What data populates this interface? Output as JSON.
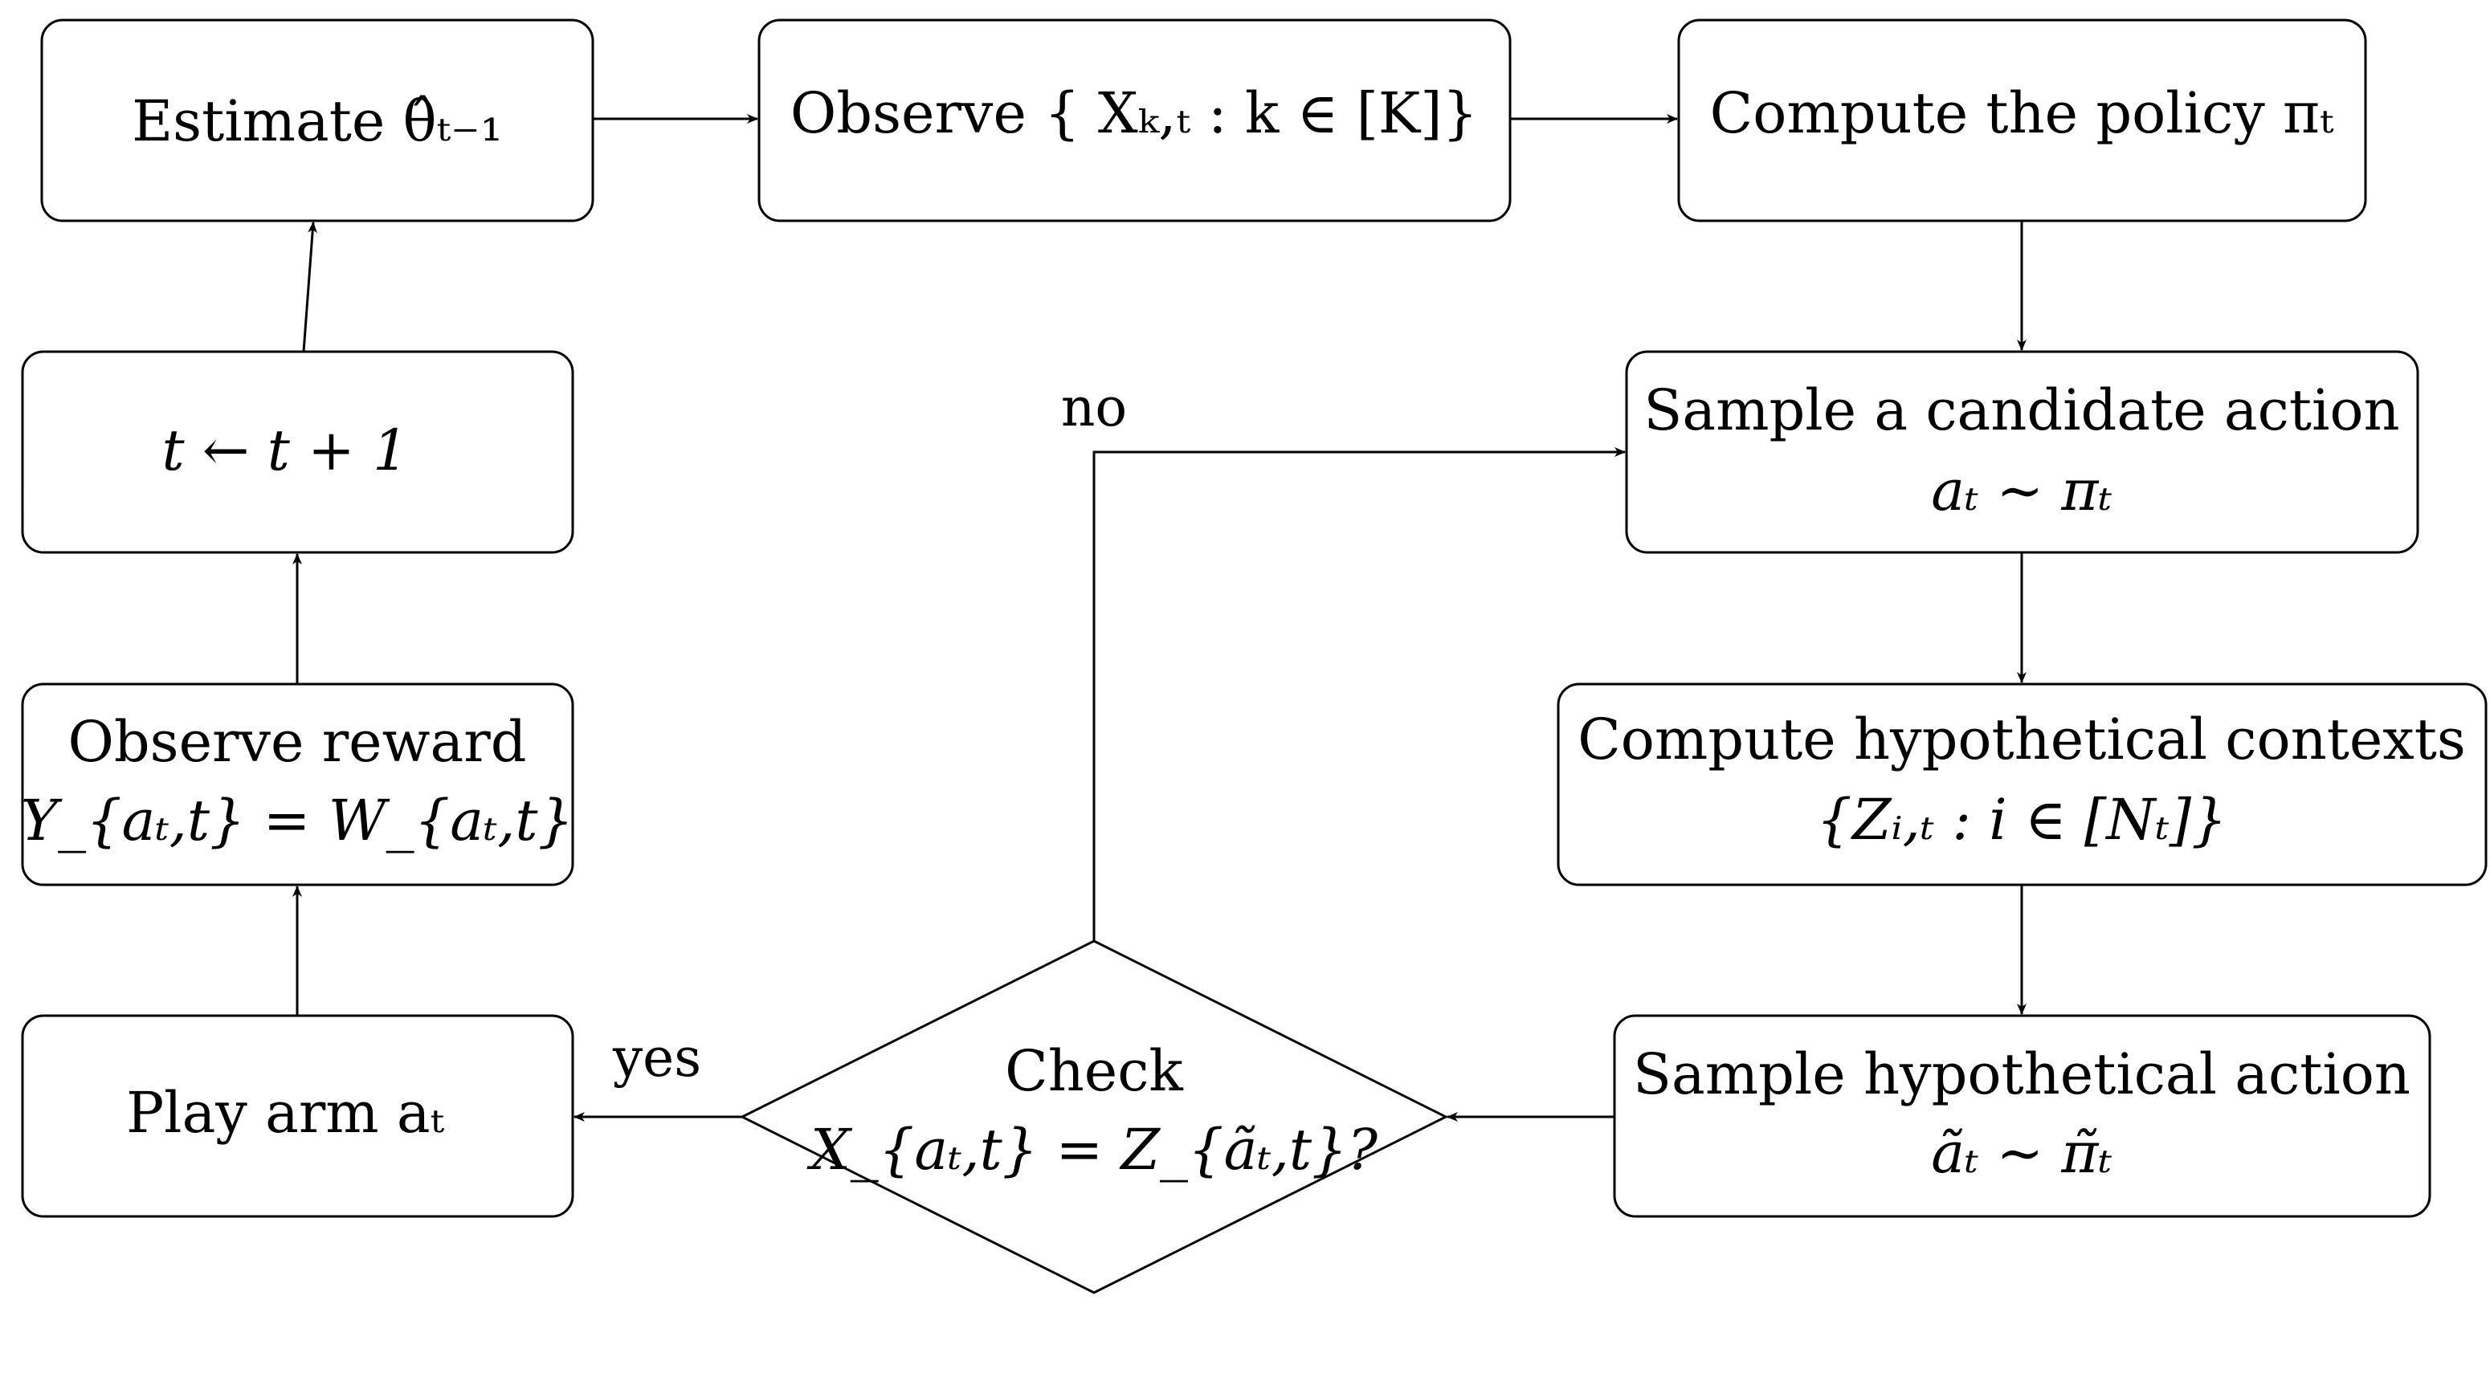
{
  "nodes": {
    "estimate": {
      "line1": "Estimate θ̂ₜ₋₁"
    },
    "observe_contexts": {
      "line1": "Observe { Xₖ,ₜ : k ∈ [K]}"
    },
    "compute_policy": {
      "line1": "Compute the policy πₜ"
    },
    "increment_t": {
      "line1": "t ← t + 1"
    },
    "sample_candidate": {
      "line1": "Sample a candidate action",
      "line2": "aₜ ∼ πₜ"
    },
    "observe_reward": {
      "line1": "Observe reward",
      "line2": "Y_{aₜ,t} = W_{aₜ,t}"
    },
    "compute_hypothetical": {
      "line1": "Compute hypothetical contexts",
      "line2": "{Zᵢ,ₜ : i ∈ [Nₜ]}"
    },
    "play_arm": {
      "line1": "Play arm aₜ"
    },
    "check": {
      "line1": "Check",
      "line2": "X_{aₜ,t} = Z_{ãₜ,t}?"
    },
    "sample_hypothetical": {
      "line1": "Sample hypothetical action",
      "line2": "ãₜ ∼ π̃ₜ"
    }
  },
  "edge_labels": {
    "no": "no",
    "yes": "yes"
  }
}
